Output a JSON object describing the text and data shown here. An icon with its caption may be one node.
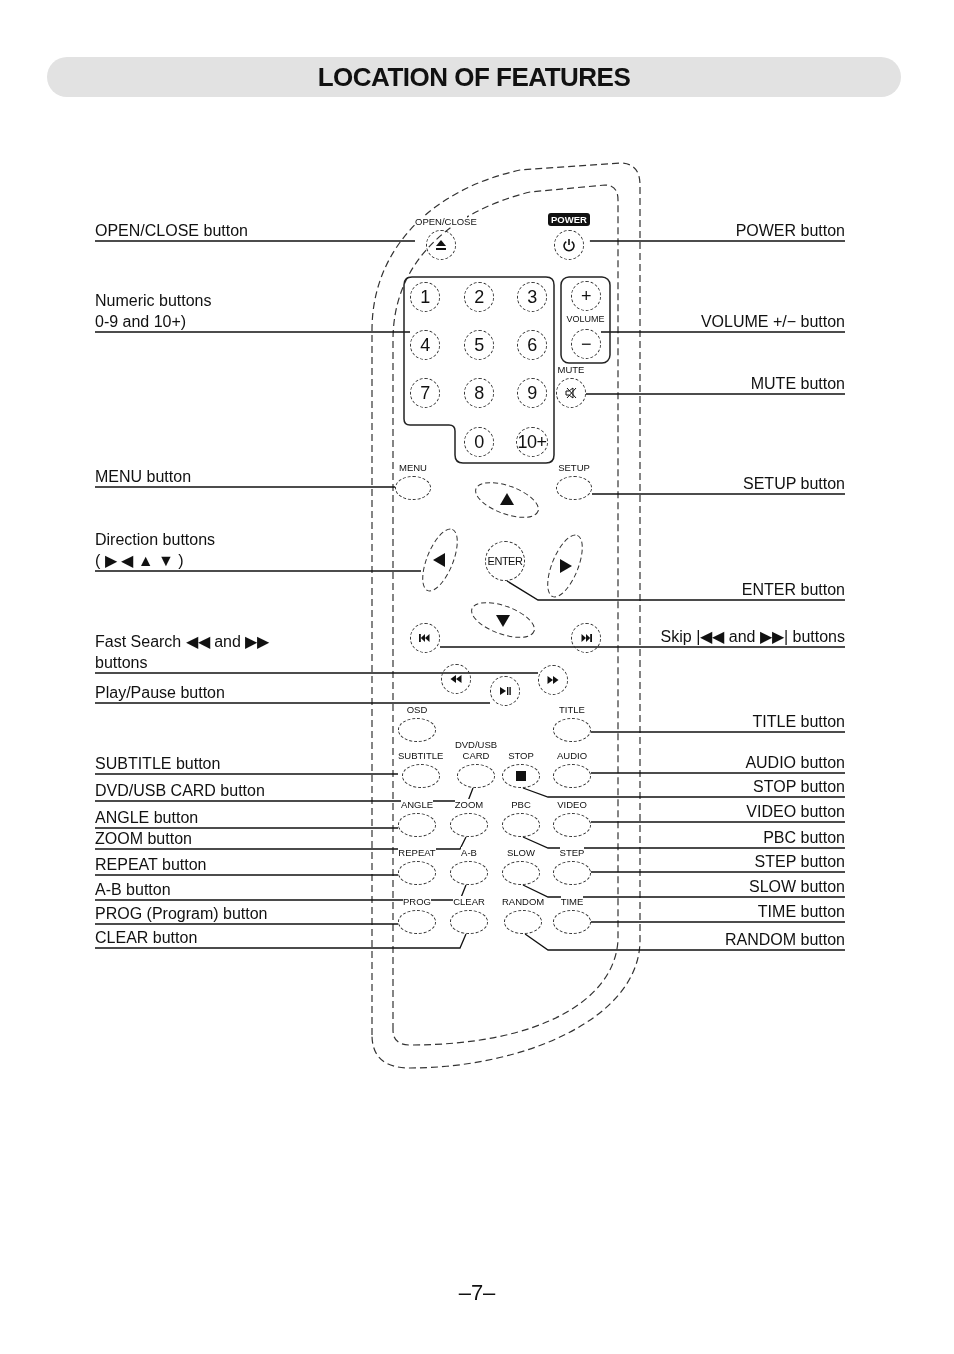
{
  "diagram": {
    "title": "LOCATION OF FEATURES",
    "nodes": [
      {
        "text": [
          "OPEN/CLOSE button"
        ]
      },
      {
        "text": [
          "Numeric buttons 0-9 and 10+)"
        ]
      },
      {
        "text": [
          "MENU button"
        ]
      },
      {
        "text": [
          "Direction buttons ( ▶ ◀ ▲ ▼ )"
        ]
      },
      {
        "text": [
          "Fast Search ◀◀ and ▶▶ buttons"
        ]
      },
      {
        "text": [
          "Play/Pause button"
        ]
      },
      {
        "text": [
          "SUBTITLE button"
        ]
      },
      {
        "text": [
          "DVD/USB CARD button"
        ]
      },
      {
        "text": [
          "ANGLE button"
        ]
      },
      {
        "text": [
          "ZOOM button"
        ]
      },
      {
        "text": [
          "REPEAT button"
        ]
      },
      {
        "text": [
          "A-B button"
        ]
      },
      {
        "text": [
          "PROG (Program) button"
        ]
      },
      {
        "text": [
          "CLEAR button"
        ]
      },
      {
        "text": [
          "POWER button"
        ]
      },
      {
        "text": [
          "VOLUME +/− button"
        ]
      },
      {
        "text": [
          "MUTE button"
        ]
      },
      {
        "text": [
          "SETUP button"
        ]
      },
      {
        "text": [
          "ENTER button"
        ]
      },
      {
        "text": [
          "Skip |◀◀ and ▶▶| buttons"
        ]
      },
      {
        "text": [
          "TITLE button"
        ]
      },
      {
        "text": [
          "AUDIO button"
        ]
      },
      {
        "text": [
          "STOP button"
        ]
      },
      {
        "text": [
          "VIDEO button"
        ]
      },
      {
        "text": [
          "PBC button"
        ]
      },
      {
        "text": [
          "STEP button"
        ]
      },
      {
        "text": [
          "SLOW button"
        ]
      },
      {
        "text": [
          "TIME button"
        ]
      },
      {
        "text": [
          "RANDOM button"
        ]
      },
      {
        "text": [
          "OPEN/CLOSE"
        ]
      },
      {
        "text": [
          "POWER"
        ]
      },
      {
        "text": [],
        "shape": "box"
      },
      {
        "text": [
          "1"
        ],
        "in": 31
      },
      {
        "text": [
          "2"
        ],
        "in": 31
      },
      {
        "text": [
          "3"
        ],
        "in": 31
      },
      {
        "text": [
          "4"
        ],
        "in": 31
      },
      {
        "text": [
          "5"
        ],
        "in": 31
      },
      {
        "text": [
          "6"
        ],
        "in": 31
      },
      {
        "text": [
          "7"
        ],
        "in": 31
      },
      {
        "text": [
          "8"
        ],
        "in": 31
      },
      {
        "text": [
          "9"
        ],
        "in": 31
      },
      {
        "text": [
          "0"
        ],
        "in": 31
      },
      {
        "text": [
          "10+"
        ],
        "in": 31
      },
      {
        "text": [
          "VOLUME"
        ]
      },
      {
        "text": [
          "+"
        ],
        "in": 43
      },
      {
        "text": [
          "−"
        ],
        "in": 43
      },
      {
        "text": [
          "MUTE"
        ]
      },
      {
        "text": [
          "MENU"
        ]
      },
      {
        "text": [
          "SETUP"
        ]
      },
      {
        "text": [],
        "shape": "oval"
      },
      {
        "text": [],
        "shape": "oval"
      },
      {
        "text": [
          "ENTER"
        ]
      },
      {
        "text": [],
        "shape": "oval"
      },
      {
        "text": [],
        "shape": "oval"
      },
      {
        "text": [],
        "shape": "circle"
      },
      {
        "text": [],
        "shape": "circle"
      },
      {
        "text": [],
        "shape": "circle"
      },
      {
        "text": [],
        "shape": "circle"
      },
      {
        "text": [],
        "shape": "circle"
      },
      {
        "text": [
          "OSD"
        ]
      },
      {
        "text": [
          "TITLE"
        ]
      },
      {
        "text": [
          "SUBTITLE"
        ]
      },
      {
        "text": [
          "DVD/USB CARD"
        ]
      },
      {
        "text": [
          "STOP"
        ]
      },
      {
        "text": [
          "AUDIO"
        ]
      },
      {
        "text": [
          "ANGLE"
        ]
      },
      {
        "text": [
          "ZOOM"
        ]
      },
      {
        "text": [
          "PBC"
        ]
      },
      {
        "text": [
          "VIDEO"
        ]
      },
      {
        "text": [
          "REPEAT"
        ]
      },
      {
        "text": [
          "A-B"
        ]
      },
      {
        "text": [
          "SLOW"
        ]
      },
      {
        "text": [
          "STEP"
        ]
      },
      {
        "text": [
          "PROG"
        ]
      },
      {
        "text": [
          "CLEAR"
        ]
      },
      {
        "text": [
          "RANDOM"
        ]
      },
      {
        "text": [
          "TIME"
        ]
      }
    ],
    "edges": [
      {
        "from": 0,
        "to": 29,
        "arrow": "none"
      },
      {
        "from": 1,
        "to": 35,
        "arrow": "none"
      },
      {
        "from": 2,
        "to": 47,
        "arrow": "none"
      },
      {
        "from": 3,
        "to": 50,
        "arrow": "none"
      },
      {
        "from": 4,
        "to": 57,
        "arrow": "none"
      },
      {
        "from": 5,
        "to": 58,
        "arrow": "none"
      },
      {
        "from": 6,
        "to": 61,
        "arrow": "none"
      },
      {
        "from": 7,
        "to": 62,
        "arrow": "none"
      },
      {
        "from": 8,
        "to": 65,
        "arrow": "none"
      },
      {
        "from": 9,
        "to": 66,
        "arrow": "none"
      },
      {
        "from": 10,
        "to": 69,
        "arrow": "none"
      },
      {
        "from": 11,
        "to": 70,
        "arrow": "none"
      },
      {
        "from": 12,
        "to": 73,
        "arrow": "none"
      },
      {
        "from": 13,
        "to": 74,
        "arrow": "none"
      },
      {
        "from": 14,
        "to": 30,
        "arrow": "none"
      },
      {
        "from": 15,
        "to": 45,
        "arrow": "none"
      },
      {
        "from": 16,
        "to": 46,
        "arrow": "none"
      },
      {
        "from": 17,
        "to": 48,
        "arrow": "none"
      },
      {
        "from": 18,
        "to": 51,
        "arrow": "none"
      },
      {
        "from": 19,
        "to": 54,
        "arrow": "none"
      },
      {
        "from": 20,
        "to": 60,
        "arrow": "none"
      },
      {
        "from": 21,
        "to": 64,
        "arrow": "none"
      },
      {
        "from": 22,
        "to": 63,
        "arrow": "none"
      },
      {
        "from": 23,
        "to": 68,
        "arrow": "none"
      },
      {
        "from": 24,
        "to": 67,
        "arrow": "none"
      },
      {
        "from": 25,
        "to": 72,
        "arrow": "none"
      },
      {
        "from": 26,
        "to": 71,
        "arrow": "none"
      },
      {
        "from": 27,
        "to": 76,
        "arrow": "none"
      },
      {
        "from": 28,
        "to": 75,
        "arrow": "none"
      }
    ],
    "labels": [
      "–7–"
    ]
  }
}
